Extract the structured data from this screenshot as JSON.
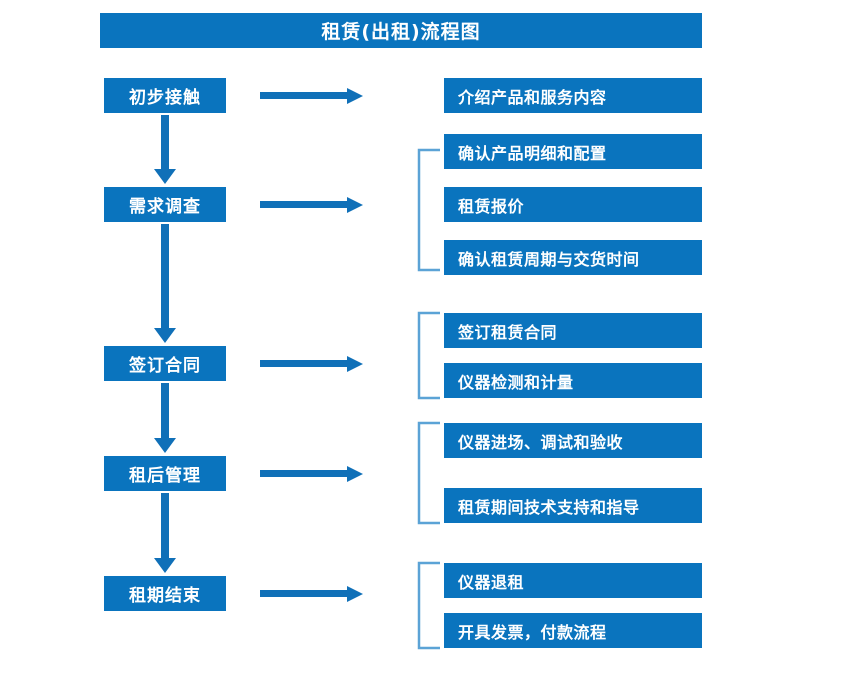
{
  "title": "租赁(出租)流程图",
  "colors": {
    "box_blue": "#0A74BE",
    "arrow_blue": "#1070B8",
    "bracket_blue": "#4A9BD4",
    "text_white": "#FFFFFF",
    "background": "#FFFFFF"
  },
  "stages": [
    {
      "label": "初步接触"
    },
    {
      "label": "需求调查"
    },
    {
      "label": "签订合同"
    },
    {
      "label": "租后管理"
    },
    {
      "label": "租期结束"
    }
  ],
  "details": [
    {
      "label": "介绍产品和服务内容"
    },
    {
      "label": "确认产品明细和配置"
    },
    {
      "label": "租赁报价"
    },
    {
      "label": "确认租赁周期与交货时间"
    },
    {
      "label": "签订租赁合同"
    },
    {
      "label": "仪器检测和计量"
    },
    {
      "label": "仪器进场、调试和验收"
    },
    {
      "label": "租赁期间技术支持和指导"
    },
    {
      "label": "仪器退租"
    },
    {
      "label": "开具发票，付款流程"
    }
  ],
  "connectors": {
    "horizontal_arrow_count": 5,
    "vertical_arrow_count": 4,
    "bracket_count": 4
  }
}
